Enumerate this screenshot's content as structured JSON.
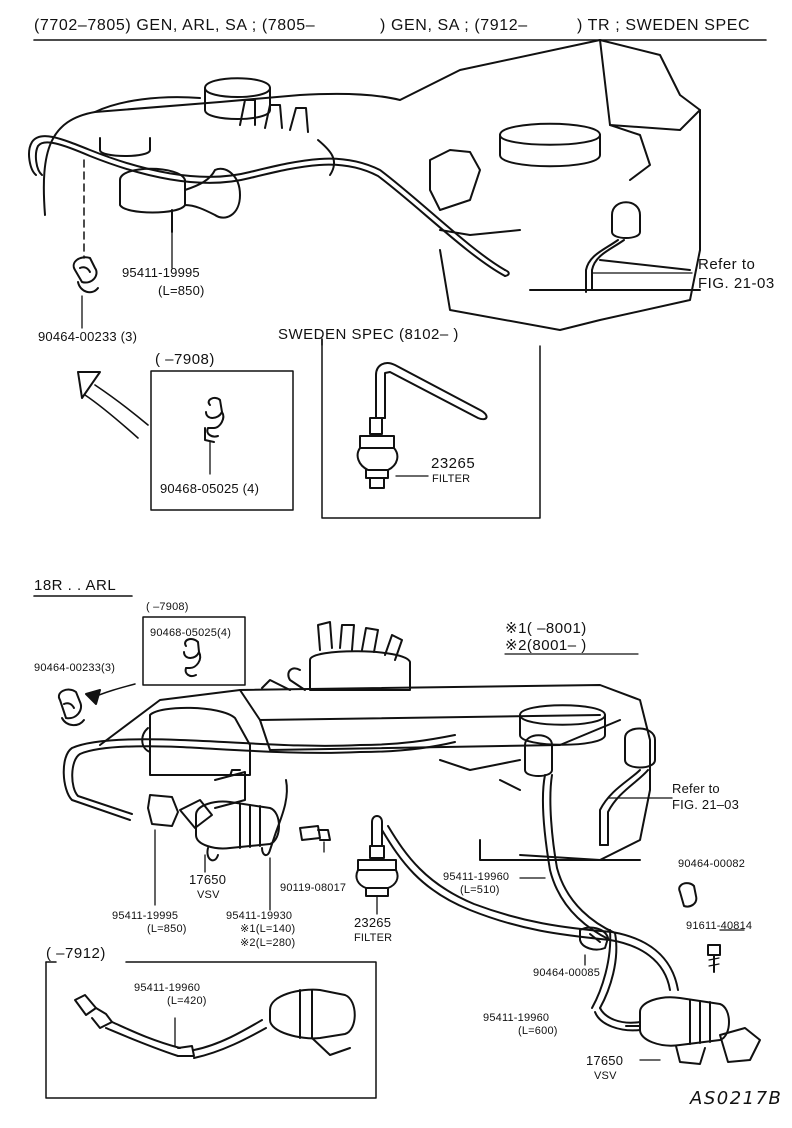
{
  "top": {
    "header": {
      "part1": "(7702–7805) GEN, ARL, SA ; (7805–",
      "part2": ") GEN, SA ; (7912–",
      "part3": ") TR ; SWEDEN  SPEC"
    },
    "hose_part": "95411-19995",
    "hose_len": "(L=850)",
    "clamp_part": "90464-00233 (3)",
    "refer_line1": "Refer to",
    "refer_line2": "FIG. 21-03",
    "inset_range": "(          –7908)",
    "inset_clamp": "90468-05025 (4)",
    "sweden_title": "SWEDEN  SPEC (8102–          )",
    "filter_part": "23265",
    "filter_word": "FILTER"
  },
  "bottom": {
    "section_title": "18R . . ARL",
    "inset_range": "(          –7908)",
    "inset_clamp": "90468-05025(4)",
    "clamp_233": "90464-00233(3)",
    "note1": "※1(          –8001)",
    "note2": "※2(8001–          )",
    "refer_line1": "Refer to",
    "refer_line2": "FIG. 21–03",
    "vsv_part": "17650",
    "vsv_word": "VSV",
    "bolt_part": "90119-08017",
    "filter_part": "23265",
    "filter_word": "FILTER",
    "hose510_part": "95411-19960",
    "hose510_len": "(L=510)",
    "clamp_082": "90464-00082",
    "bolt_611": "91611-40814",
    "clamp_085": "90464-00085",
    "hose850_part": "95411-19995",
    "hose850_len": "(L=850)",
    "hose930_part": "95411-19930",
    "hose930_len1": "※1(L=140)",
    "hose930_len2": "※2(L=280)",
    "inset7912_range": "(          –7912)",
    "hose420_part": "95411-19960",
    "hose420_len": "(L=420)",
    "hose600_part": "95411-19960",
    "hose600_len": "(L=600)",
    "vsv2_part": "17650",
    "vsv2_word": "VSV",
    "fig_code": "AS0217B"
  }
}
